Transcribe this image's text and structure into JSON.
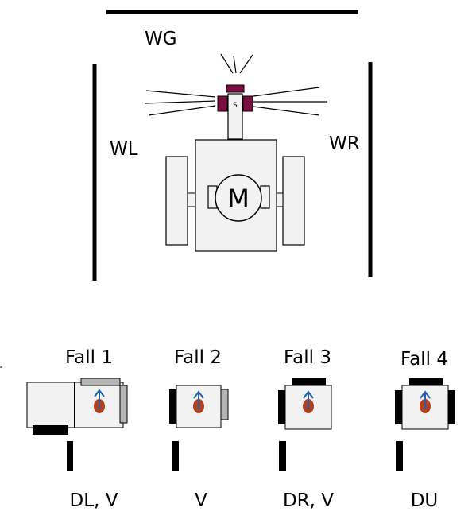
{
  "top": {
    "wall_labels": {
      "top": "WG",
      "left": "WL",
      "right": "WR"
    },
    "sensor_label": "S",
    "motor_label": "M"
  },
  "cases": [
    {
      "title": "Fall 1",
      "result": "DL, V"
    },
    {
      "title": "Fall 2",
      "result": "V"
    },
    {
      "title": "Fall 3",
      "result": "DR, V"
    },
    {
      "title": "Fall 4",
      "result": "DU"
    }
  ],
  "colors": {
    "wall": "#000000",
    "body_fill": "#f2f2f2",
    "sensor_pad": "#7a1040",
    "arrow": "#1f5fb0",
    "marker": "#b0401e",
    "side_bar": "#b5b5b5"
  }
}
